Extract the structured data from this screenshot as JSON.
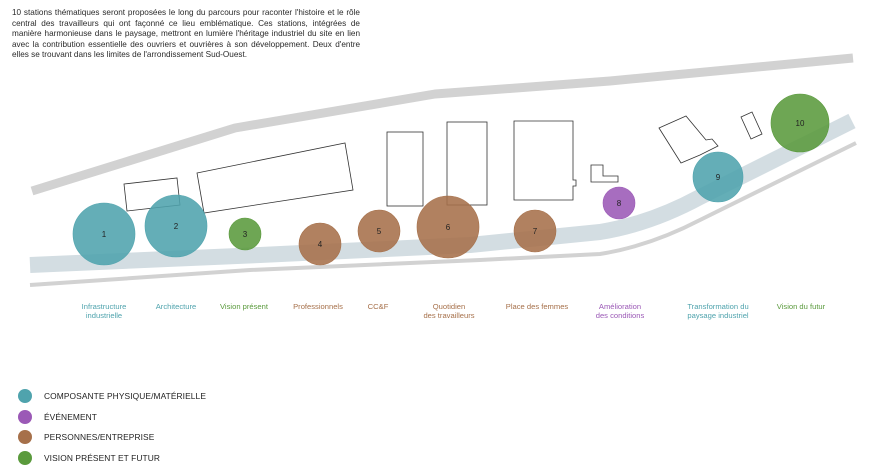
{
  "intro_text": "10 stations thématiques seront proposées le long du parcours pour raconter l'histoire et le rôle central des travailleurs qui ont façonné ce lieu emblématique. Ces stations, intégrées de manière harmonieuse dans le paysage, mettront en lumière l'héritage industriel du site en lien avec la contribution essentielle des ouvriers et ouvrières à son développement. Deux d'entre elles se trouvant dans les limites de l'arrondissement Sud-Ouest.",
  "colors": {
    "physical": "#4fa3ad",
    "event": "#9b59b6",
    "people": "#a6704a",
    "vision": "#5a9a3c"
  },
  "stations": [
    {
      "number": "1",
      "category": "physical",
      "label": "Infrastructure\nindustrielle"
    },
    {
      "number": "2",
      "category": "physical",
      "label": "Architecture"
    },
    {
      "number": "3",
      "category": "vision",
      "label": "Vision présent"
    },
    {
      "number": "4",
      "category": "people",
      "label": "Professionnels"
    },
    {
      "number": "5",
      "category": "people",
      "label": "CC&F"
    },
    {
      "number": "6",
      "category": "people",
      "label": "Quotidien\ndes travailleurs"
    },
    {
      "number": "7",
      "category": "people",
      "label": "Place des femmes"
    },
    {
      "number": "8",
      "category": "event",
      "label": "Amélioration\ndes conditions"
    },
    {
      "number": "9",
      "category": "physical",
      "label": "Transformation du\npaysage industriel"
    },
    {
      "number": "10",
      "category": "vision",
      "label": "Vision du futur"
    }
  ],
  "legend": [
    {
      "category": "physical",
      "label": "COMPOSANTE PHYSIQUE/MATÉRIELLE"
    },
    {
      "category": "event",
      "label": "ÉVÉNEMENT"
    },
    {
      "category": "people",
      "label": "PERSONNES/ENTREPRISE"
    },
    {
      "category": "vision",
      "label": "VISION PRÉSENT ET FUTUR"
    }
  ]
}
